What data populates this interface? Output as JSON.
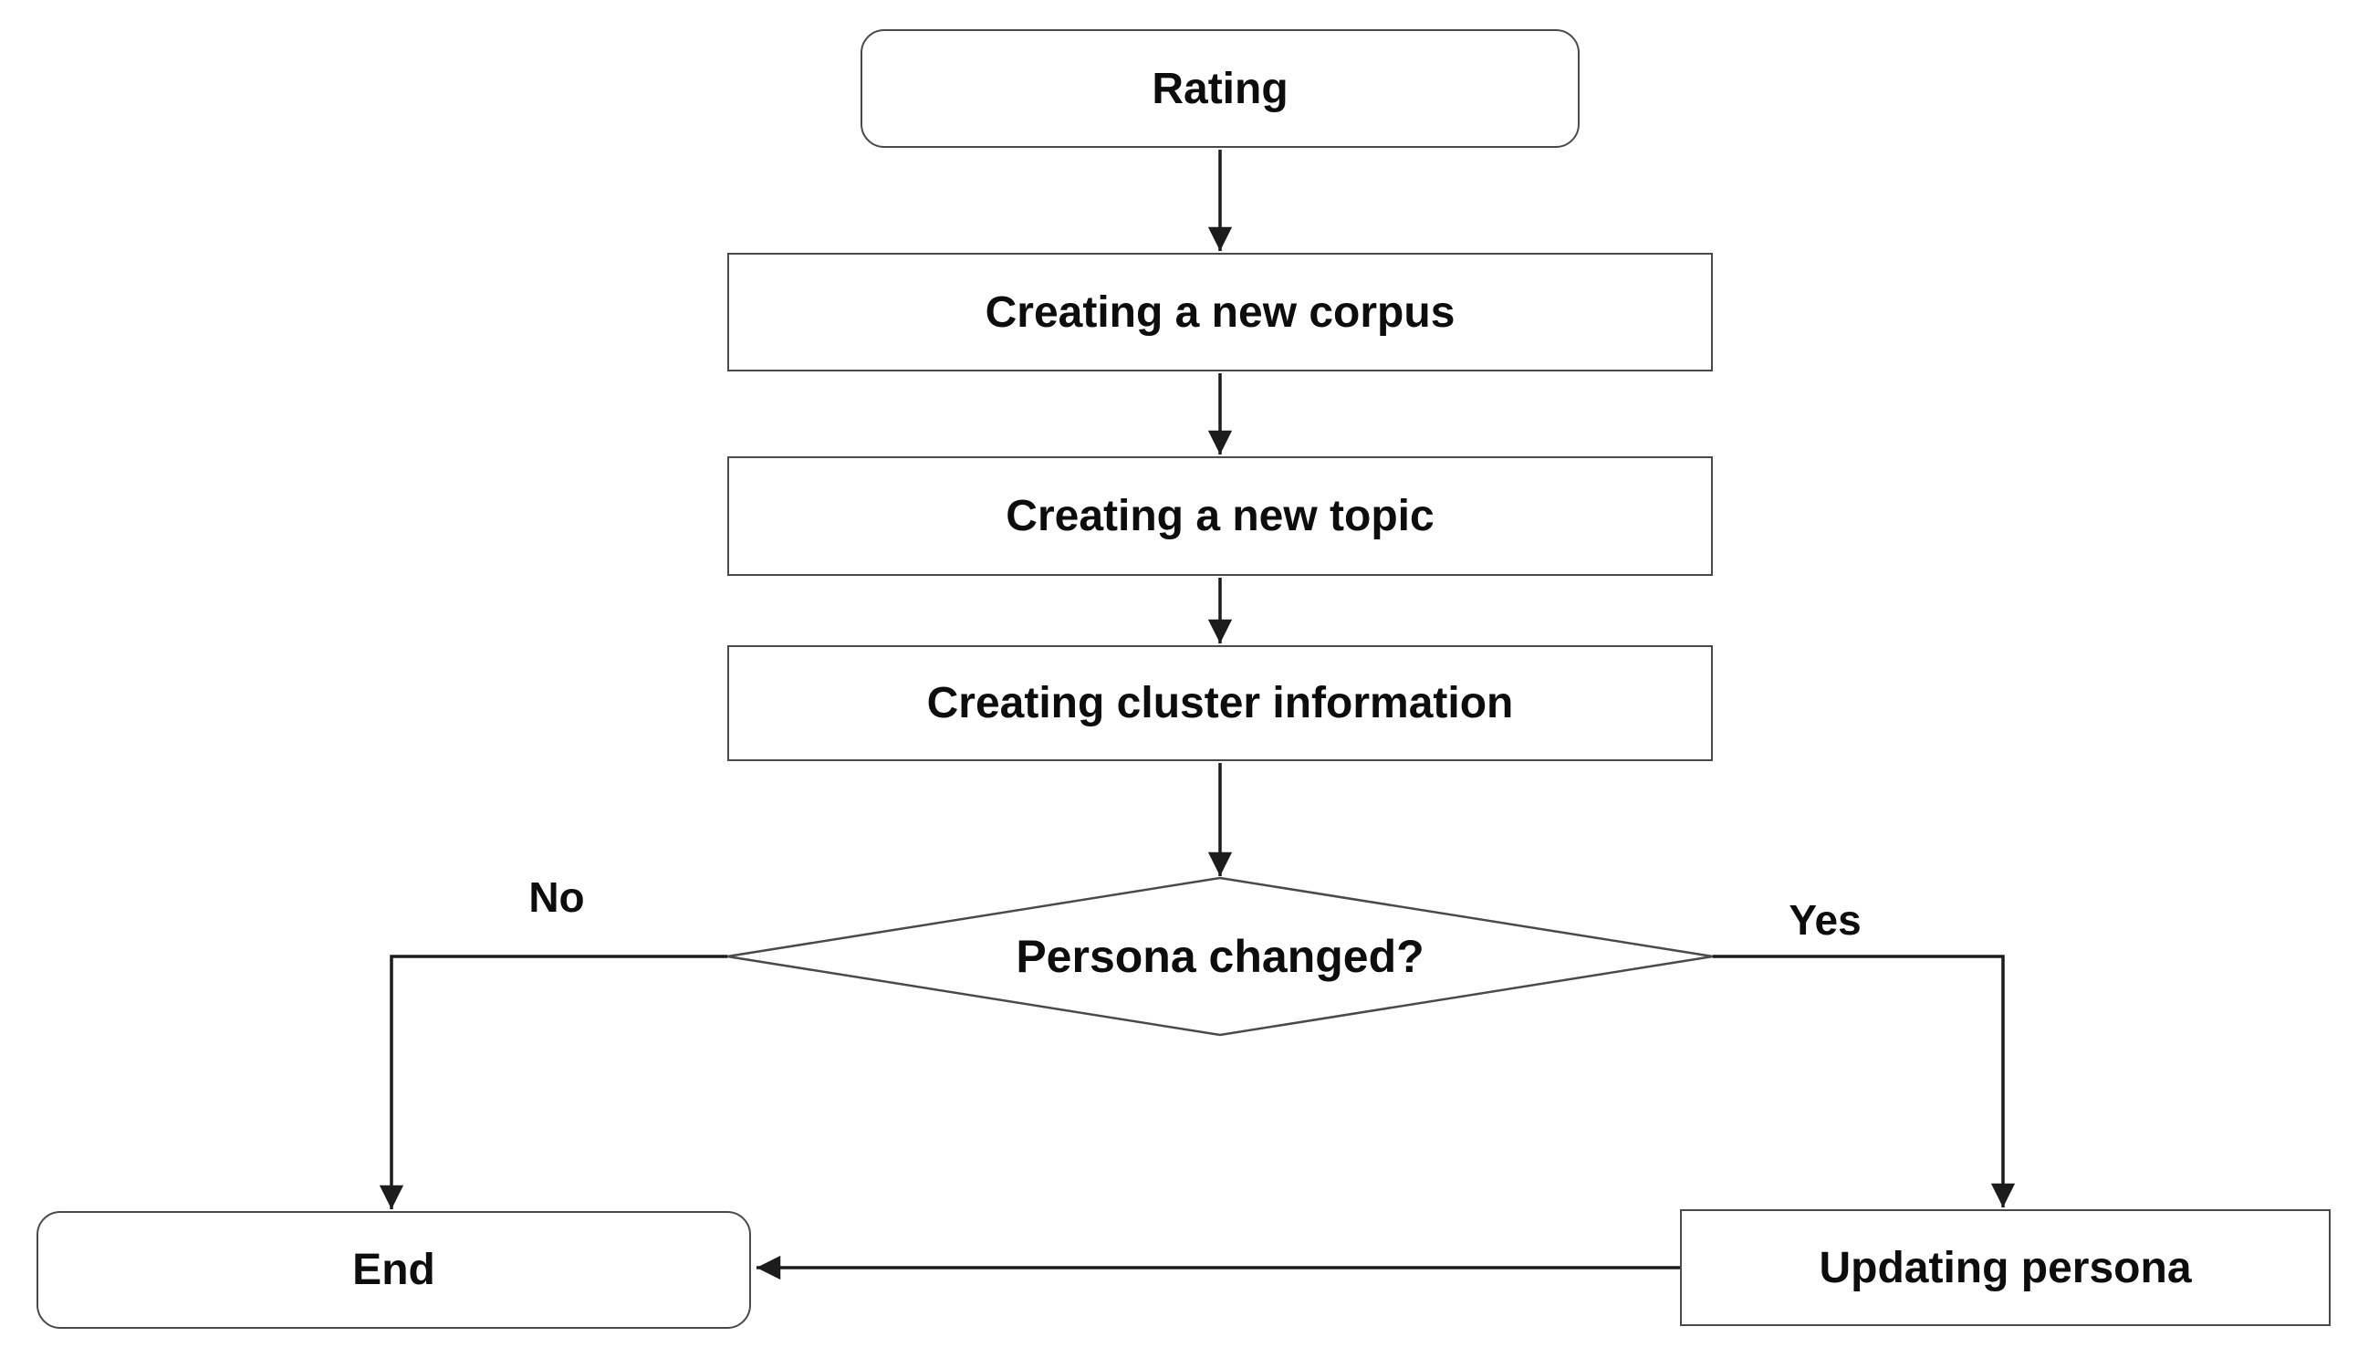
{
  "diagram": {
    "type": "flowchart",
    "background": "#ffffff",
    "box_border_color": "#4a4a4a",
    "arrow_color": "#1c1c1c",
    "text_color": "#0d0d0d",
    "nodes": {
      "rating": {
        "label": "Rating",
        "shape": "rounded-rectangle"
      },
      "corpus": {
        "label": "Creating a new corpus",
        "shape": "rectangle"
      },
      "topic": {
        "label": "Creating a new topic",
        "shape": "rectangle"
      },
      "cluster": {
        "label": "Creating cluster information",
        "shape": "rectangle"
      },
      "decision": {
        "label": "Persona changed?",
        "shape": "diamond"
      },
      "end": {
        "label": "End",
        "shape": "rounded-rectangle"
      },
      "update": {
        "label": "Updating persona",
        "shape": "rectangle"
      }
    },
    "edges": [
      {
        "from": "rating",
        "to": "corpus",
        "label": ""
      },
      {
        "from": "corpus",
        "to": "topic",
        "label": ""
      },
      {
        "from": "topic",
        "to": "cluster",
        "label": ""
      },
      {
        "from": "cluster",
        "to": "decision",
        "label": ""
      },
      {
        "from": "decision",
        "to": "end",
        "label": "No"
      },
      {
        "from": "decision",
        "to": "update",
        "label": "Yes"
      },
      {
        "from": "update",
        "to": "end",
        "label": ""
      }
    ],
    "edge_labels": {
      "no": "No",
      "yes": "Yes"
    }
  }
}
